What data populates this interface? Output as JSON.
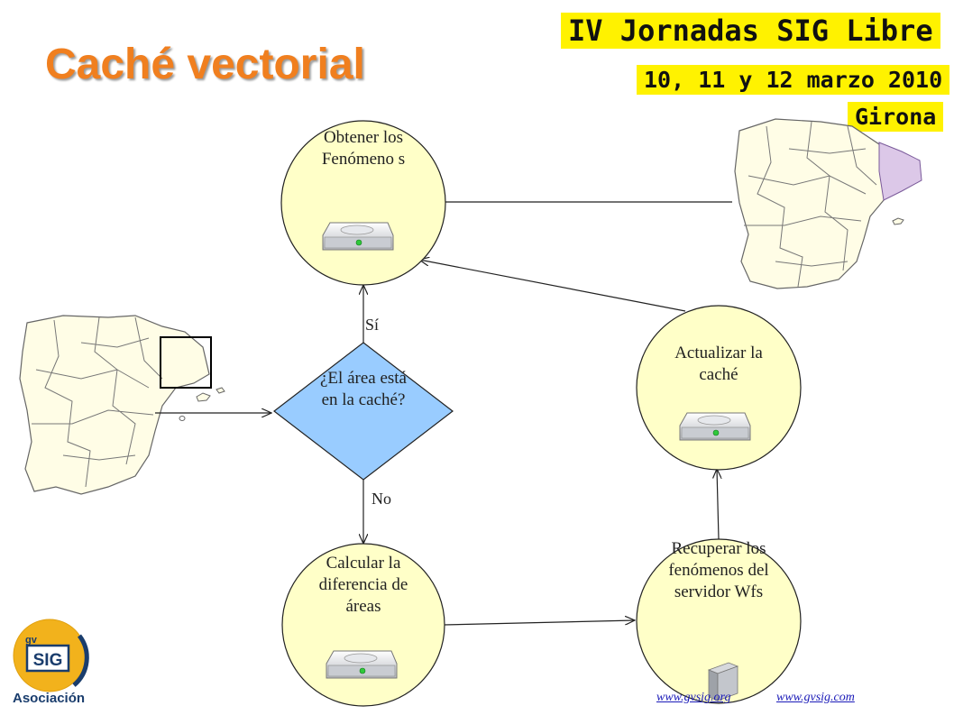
{
  "slide": {
    "title": "Caché vectorial"
  },
  "banner": {
    "line1": "IV Jornadas SIG Libre",
    "line2": "10, 11 y 12 marzo 2010",
    "line3": "Girona"
  },
  "diagram": {
    "node_obtener": "Obtener los Fenómeno s",
    "node_decision": "¿El área está en la caché?",
    "node_calcular": "Calcular la diferencia de áreas",
    "node_recuperar": "Recuperar los fenómenos del servidor Wfs",
    "node_actualizar": "Actualizar la caché",
    "label_si": "Sí",
    "label_no": "No"
  },
  "footer": {
    "link1": "www.gvsig.org",
    "link2": "www.gvsig.com"
  },
  "logo": {
    "text": "Asociación",
    "badge": "SIG"
  },
  "colors": {
    "title": "#f07f1f",
    "banner_bg": "#fff200",
    "circle_fill": "#ffffc8",
    "diamond_fill": "#99ccff",
    "map_fill": "#fffde6"
  }
}
